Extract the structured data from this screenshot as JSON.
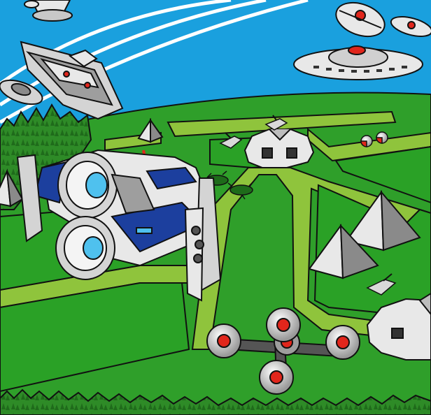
{
  "scene": {
    "kind": "isometric sci-fi battlefield illustration",
    "palette": {
      "sky": "#1aa0de",
      "grass": "#2f9f2a",
      "grass_dark": "#1f7d1c",
      "road": "#8fc43c",
      "tree": "#2e8b27",
      "metal": "#e8e8e8",
      "metal_shade": "#a9a9a9",
      "hull_blue": "#1c3f9e",
      "light_red": "#e1261c",
      "outline": "#111111"
    },
    "objects": [
      {
        "type": "flying-saucer",
        "count": 6
      },
      {
        "type": "hover-tank",
        "count": 1
      },
      {
        "type": "pyramid",
        "count": 4
      },
      {
        "type": "dome-bunker",
        "count": 3
      },
      {
        "type": "quad-rotor-drone",
        "count": 1
      },
      {
        "type": "ground-tank",
        "count": 3
      },
      {
        "type": "crater",
        "count": 2
      },
      {
        "type": "sphere-pod",
        "count": 2
      }
    ]
  }
}
